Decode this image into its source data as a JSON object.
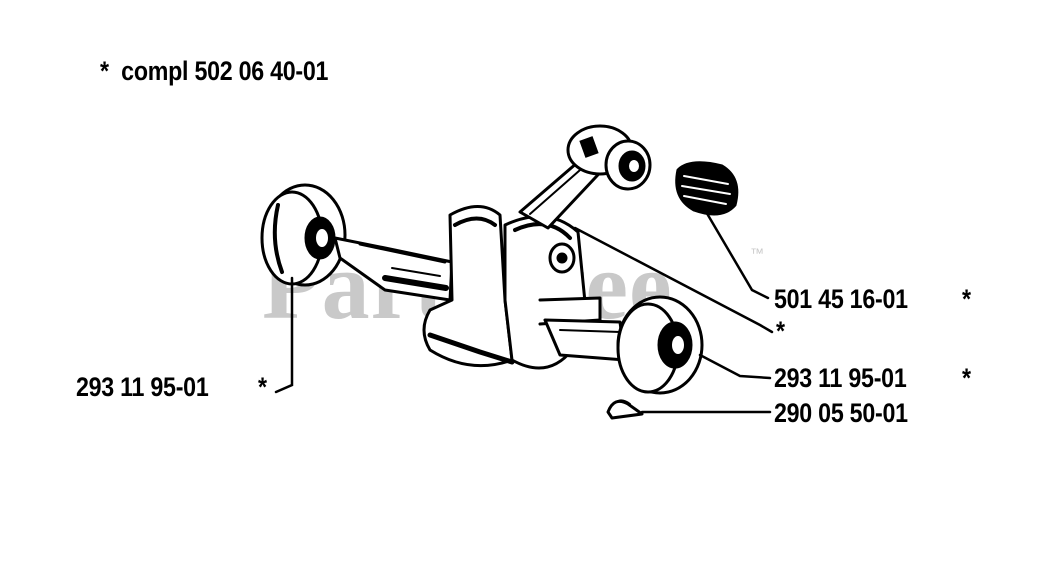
{
  "header": {
    "note": "*  compl 502 06 40-01"
  },
  "watermark": {
    "brand": "PartsTree",
    "trademark": "™"
  },
  "callouts": [
    {
      "id": "needle-bearing",
      "part": "501 45 16-01",
      "mark": "*"
    },
    {
      "id": "crankshaft-assembly",
      "part": "",
      "mark": "*"
    },
    {
      "id": "ball-bearing-right",
      "part": "293 11 95-01",
      "mark": "*"
    },
    {
      "id": "woodruff-key",
      "part": "290 05 50-01",
      "mark": ""
    },
    {
      "id": "ball-bearing-left",
      "part": "293 11 95-01",
      "mark": "*"
    }
  ],
  "colors": {
    "ink": "#000000",
    "watermark": "#c9c9c9",
    "background": "#ffffff"
  }
}
